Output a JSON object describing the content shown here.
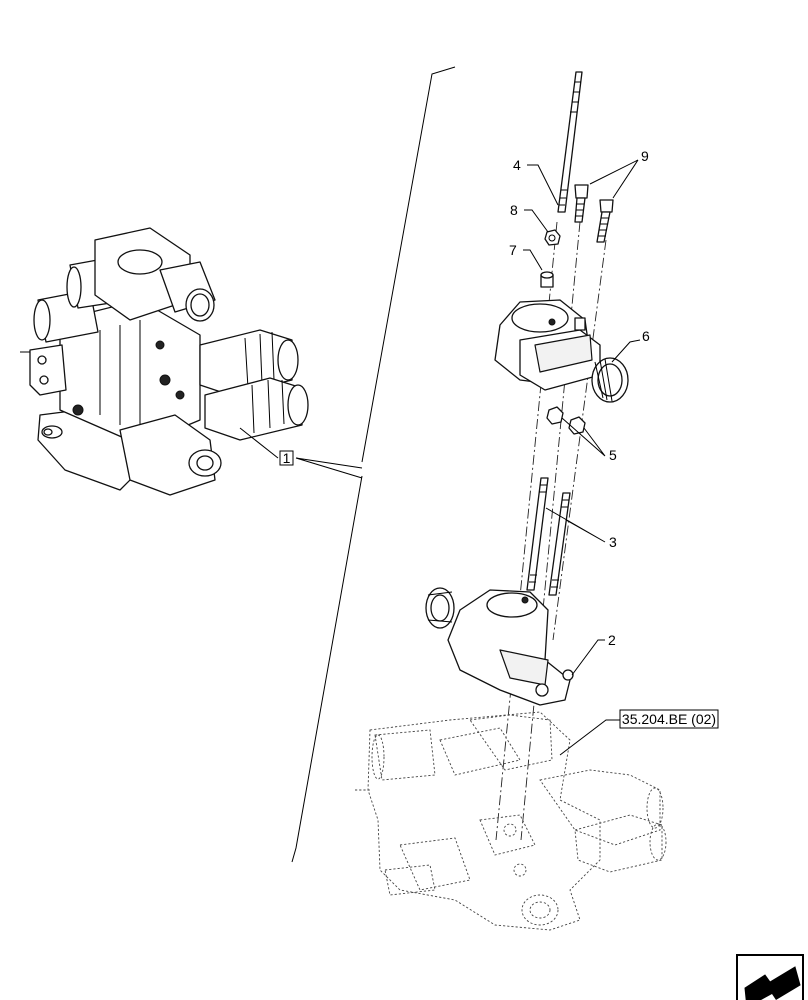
{
  "callouts": {
    "assembly": "1",
    "part_2": "2",
    "part_3": "3",
    "part_4": "4",
    "part_5": "5",
    "part_6": "6",
    "part_7": "7",
    "part_8": "8",
    "part_9": "9"
  },
  "reference": "35.204.BE (02)",
  "icons": [
    "assembly-valve-icon",
    "nav-arrow-icon"
  ]
}
